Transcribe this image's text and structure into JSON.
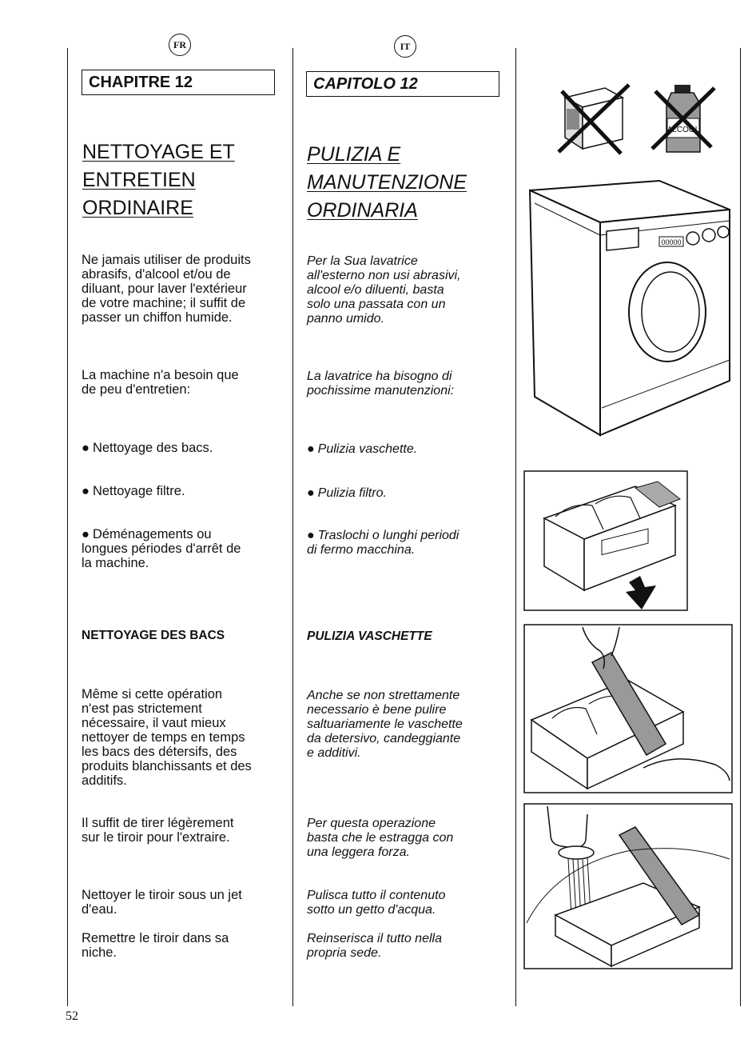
{
  "header": {
    "fr_badge": "FR",
    "it_badge": "IT",
    "fr_chapter": "CHAPITRE 12",
    "it_chapter": "CAPITOLO 12"
  },
  "fr": {
    "title_lines": [
      "NETTOYAGE ET",
      "ENTRETIEN",
      "ORDINAIRE"
    ],
    "intro": [
      "Ne jamais utiliser de produits",
      "abrasifs, d'alcool et/ou de",
      "diluant, pour laver l'extérieur",
      "de votre machine; il suffit de",
      "passer un chiffon humide."
    ],
    "need": [
      "La machine n'a besoin que",
      "de peu d'entretien:"
    ],
    "bullet1": "Nettoyage des bacs.",
    "bullet2": "Nettoyage filtre.",
    "bullet3": [
      "Déménagements ou",
      "longues périodes d'arrêt de",
      "la machine."
    ],
    "section_head": "NETTOYAGE DES BACS",
    "p1": [
      "Même si cette opération",
      "n'est pas strictement",
      "nécessaire, il vaut mieux",
      "nettoyer de temps en temps",
      "les bacs des détersifs, des",
      "produits blanchissants et des",
      "additifs."
    ],
    "p2": [
      "Il suffit de tirer légèrement",
      "sur le tiroir pour l'extraire."
    ],
    "p3": [
      "Nettoyer le tiroir sous un jet",
      "d'eau."
    ],
    "p4": [
      "Remettre le tiroir dans sa",
      "niche."
    ]
  },
  "it": {
    "title_lines": [
      "PULIZIA E",
      "MANUTENZIONE",
      "ORDINARIA"
    ],
    "intro": [
      "Per la Sua lavatrice",
      "all'esterno non usi abrasivi,",
      "alcool e/o diluenti, basta",
      "solo una passata con un",
      "panno umido."
    ],
    "need": [
      "La lavatrice ha bisogno di",
      "pochissime manutenzioni:"
    ],
    "bullet1": "Pulizia vaschette.",
    "bullet2": "Pulizia filtro.",
    "bullet3": [
      "Traslochi o lunghi periodi",
      "di fermo macchina."
    ],
    "section_head": "PULIZIA VASCHETTE",
    "p1": [
      "Anche se non strettamente",
      "necessario è bene pulire",
      "saltuariamente le vaschette",
      "da detersivo, candeggiante",
      "e additivi."
    ],
    "p2": [
      "Per questa operazione",
      "basta che le estragga con",
      "una leggera forza."
    ],
    "p3": [
      "Pulisca tutto il contenuto",
      "sotto un getto d'acqua."
    ],
    "p4": [
      "Reinserisca il tutto nella",
      "propria sede."
    ]
  },
  "illustrations": {
    "alcohol_label": "ALCOOL",
    "display_label": "00000"
  },
  "footer": {
    "page_number": "52"
  }
}
